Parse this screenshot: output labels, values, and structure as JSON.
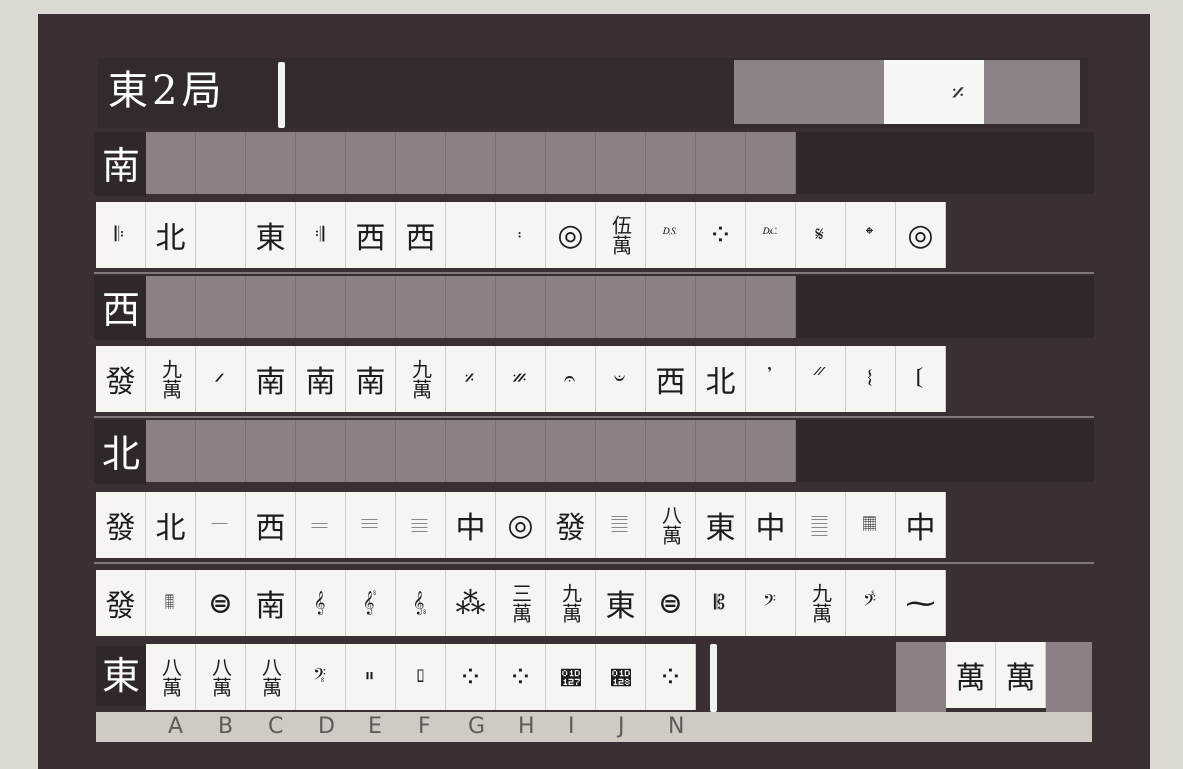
{
  "round_title": "東2局",
  "winds": [
    "南",
    "西",
    "北",
    "東"
  ],
  "rows": {
    "south": [
      "𝄆",
      "北",
      "",
      "東",
      "𝄇",
      "西",
      "西",
      "",
      "𝄈",
      "◎",
      "伍萬",
      "𝄉",
      "⁘",
      "𝄊",
      "𝄋",
      "𝄌",
      "◎"
    ],
    "west": [
      "發",
      "九萬",
      "𝄍",
      "南",
      "南",
      "南",
      "九萬",
      "𝄎",
      "𝄏",
      "𝄐",
      "𝄑",
      "西",
      "北",
      "𝄒",
      "𝄓",
      "𝄔",
      "𝄕"
    ],
    "north": [
      "發",
      "北",
      "𝄖",
      "西",
      "𝄗",
      "𝄘",
      "𝄙",
      "中",
      "◎",
      "發",
      "𝄚",
      "八萬",
      "東",
      "中",
      "𝄛",
      "𝄜",
      "中"
    ],
    "east_discard": [
      "發",
      "𝄝",
      "⊜",
      "南",
      "𝄞",
      "𝄟",
      "𝄠",
      "⁂",
      "三萬",
      "九萬",
      "東",
      "⊜",
      "𝄡",
      "𝄢",
      "九萬",
      "𝄣",
      "⁓"
    ],
    "east_hand": [
      "八萬",
      "八萬",
      "八萬",
      "𝄤",
      "𝄥",
      "𝄦",
      "⁘",
      "⁘",
      "𝄧",
      "𝄨",
      "⁘"
    ],
    "east_extra": [
      "萬",
      "萬"
    ]
  },
  "footer_letters": [
    "A",
    "B",
    "C",
    "D",
    "E",
    "F",
    "G",
    "H",
    "I",
    "J",
    "N"
  ],
  "colors": {
    "frame": "#3a3034",
    "tile": "#f6f5f2",
    "tile_back": "#8a8085"
  }
}
